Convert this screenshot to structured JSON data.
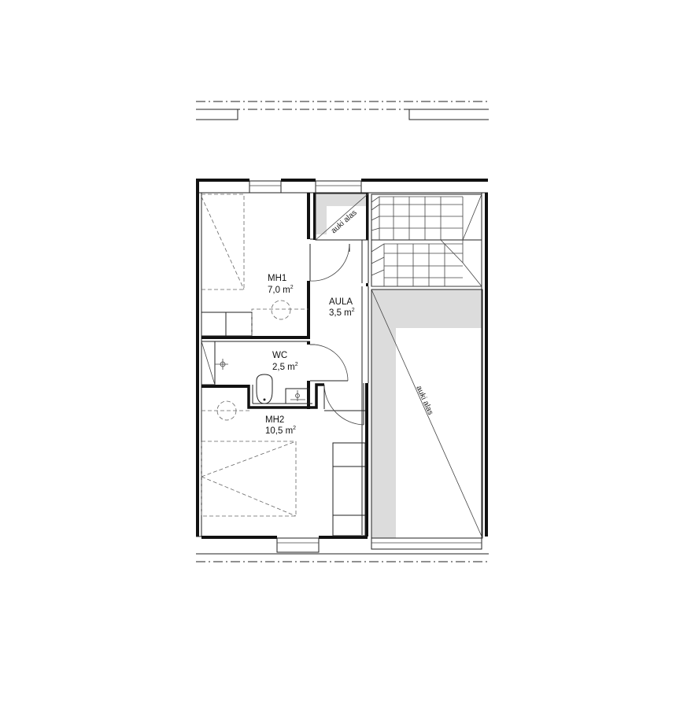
{
  "rooms": {
    "mh1": {
      "name": "MH1",
      "area": "7,0 m",
      "unit_sup": "2"
    },
    "aula": {
      "name": "AULA",
      "area": "3,5 m",
      "unit_sup": "2"
    },
    "wc": {
      "name": "WC",
      "area": "2,5 m",
      "unit_sup": "2"
    },
    "mh2": {
      "name": "MH2",
      "area": "10,5 m",
      "unit_sup": "2"
    }
  },
  "annotations": {
    "opening_small": "auki alas",
    "opening_large": "auki alas"
  },
  "colors": {
    "wall": "#111111",
    "void_fill": "#dcdcdc",
    "background": "#ffffff"
  }
}
